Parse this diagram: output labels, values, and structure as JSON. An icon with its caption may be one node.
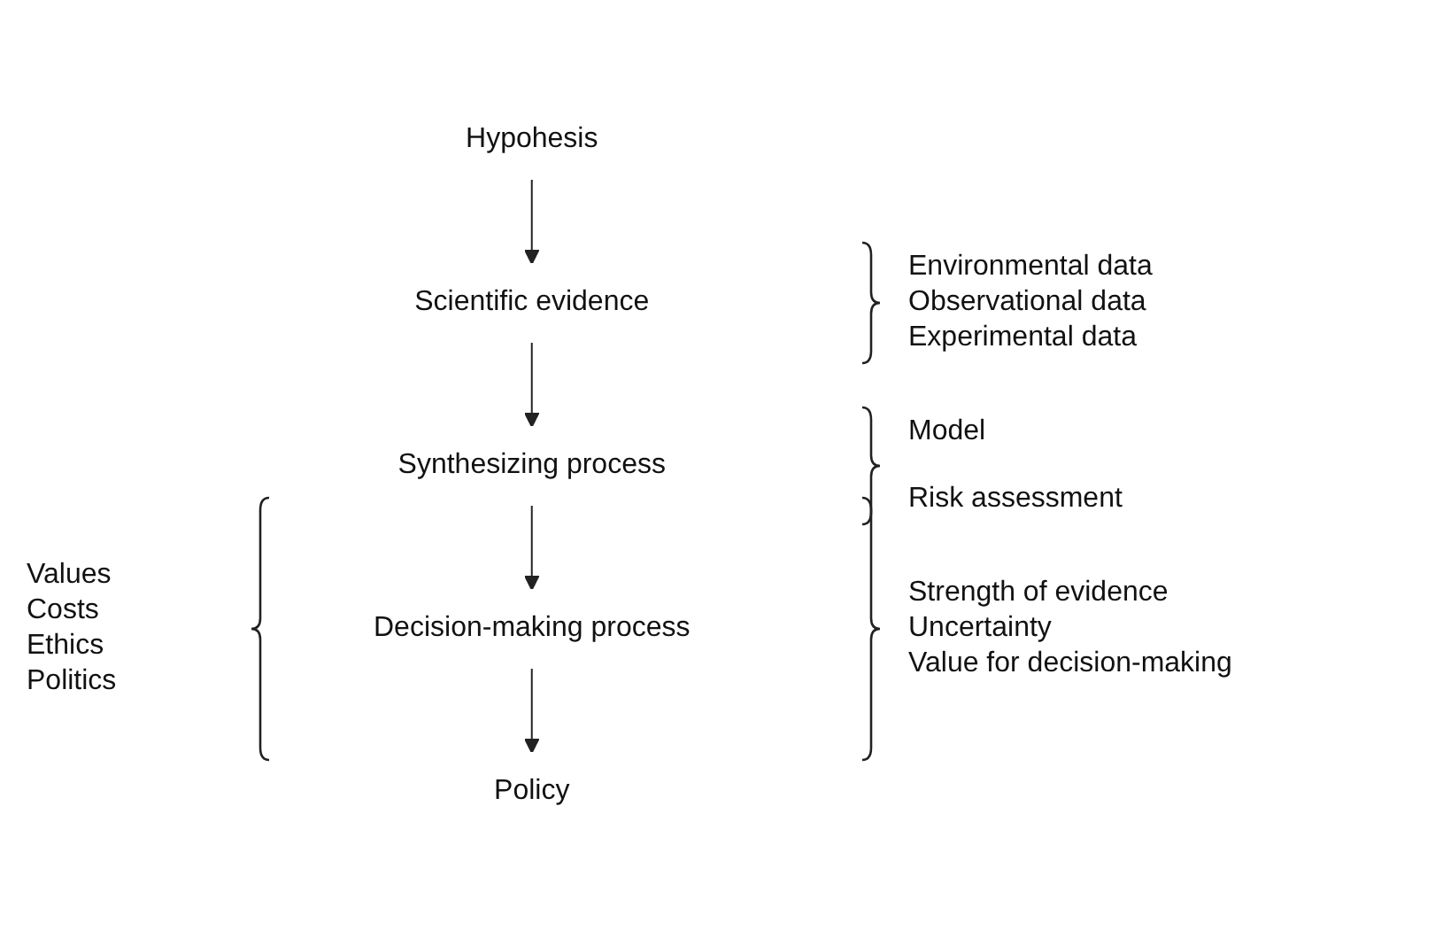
{
  "diagram": {
    "nodes": [
      {
        "text": [
          "Hypohesis"
        ]
      },
      {
        "text": [
          "Scientific evidence"
        ]
      },
      {
        "text": [
          "Synthesizing process"
        ]
      },
      {
        "text": [
          "Decision-making process"
        ]
      },
      {
        "text": [
          "Policy"
        ]
      }
    ],
    "edges": [
      {
        "from": 0,
        "to": 1,
        "arrow": "to"
      },
      {
        "from": 1,
        "to": 2,
        "arrow": "to"
      },
      {
        "from": 2,
        "to": 3,
        "arrow": "to"
      },
      {
        "from": 3,
        "to": 4,
        "arrow": "to"
      }
    ],
    "labels": [
      "Environmental data",
      "Observational data",
      "Experimental data",
      "Model",
      "Risk assessment",
      "Values",
      "Costs",
      "Ethics",
      "Politics",
      "Strength of evidence",
      "Uncertainty",
      "Value for decision-making"
    ]
  }
}
